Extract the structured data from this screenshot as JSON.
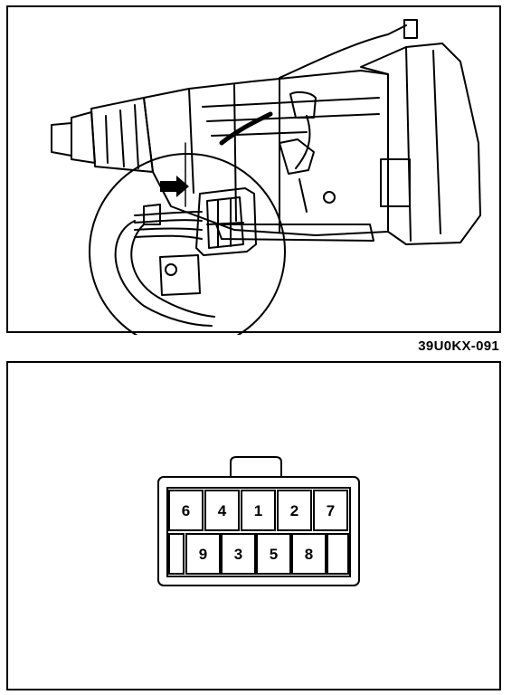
{
  "figure_code": "39U0KX-091",
  "connector": {
    "top_row_pins": [
      "6",
      "4",
      "1",
      "2",
      "7"
    ],
    "bottom_row_pins": [
      "9",
      "3",
      "5",
      "8"
    ]
  },
  "icons": {
    "top_illustration": "transmission-connector-illustration",
    "pointer_arrow": "arrow-right-icon"
  }
}
